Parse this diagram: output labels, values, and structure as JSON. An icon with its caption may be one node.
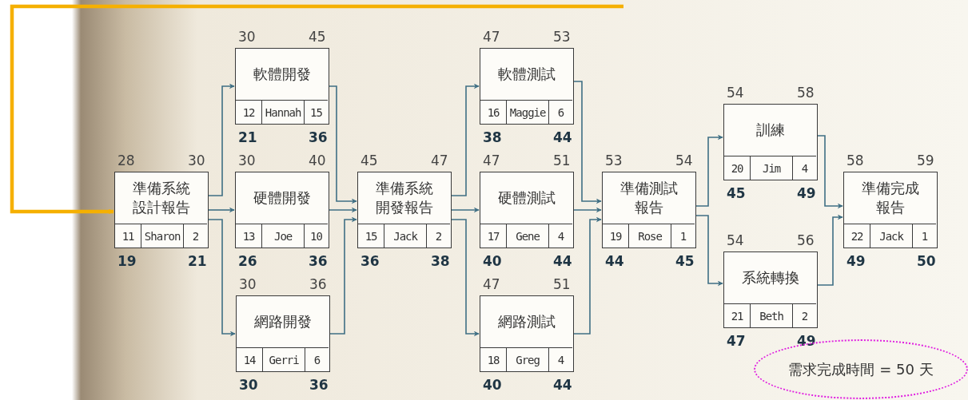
{
  "diagram": {
    "nodes": [
      {
        "text": [
          "準備系統設計報告",
          "11",
          "Sharon",
          "2"
        ],
        "beside": [
          "28",
          "30",
          "19",
          "21"
        ]
      },
      {
        "text": [
          "軟體開發",
          "12",
          "Hannah",
          "15"
        ],
        "beside": [
          "30",
          "45",
          "21",
          "36"
        ]
      },
      {
        "text": [
          "硬體開發",
          "13",
          "Joe",
          "10"
        ],
        "beside": [
          "30",
          "40",
          "26",
          "36"
        ]
      },
      {
        "text": [
          "網路開發",
          "14",
          "Gerri",
          "6"
        ],
        "beside": [
          "30",
          "36",
          "30",
          "36"
        ]
      },
      {
        "text": [
          "準備系統開發報告",
          "15",
          "Jack",
          "2"
        ],
        "beside": [
          "45",
          "47",
          "36",
          "38"
        ]
      },
      {
        "text": [
          "軟體測試",
          "16",
          "Maggie",
          "6"
        ],
        "beside": [
          "47",
          "53",
          "38",
          "44"
        ]
      },
      {
        "text": [
          "硬體測試",
          "17",
          "Gene",
          "4"
        ],
        "beside": [
          "47",
          "51",
          "40",
          "44"
        ]
      },
      {
        "text": [
          "網路測試",
          "18",
          "Greg",
          "4"
        ],
        "beside": [
          "47",
          "51",
          "40",
          "44"
        ]
      },
      {
        "text": [
          "準備測試報告",
          "19",
          "Rose",
          "1"
        ],
        "beside": [
          "53",
          "54",
          "44",
          "45"
        ]
      },
      {
        "text": [
          "訓練",
          "20",
          "Jim",
          "4"
        ],
        "beside": [
          "54",
          "58",
          "45",
          "49"
        ]
      },
      {
        "text": [
          "系統轉換",
          "21",
          "Beth",
          "2"
        ],
        "beside": [
          "54",
          "56",
          "47",
          "49"
        ]
      },
      {
        "text": [
          "準備完成報告",
          "22",
          "Jack",
          "1"
        ],
        "beside": [
          "58",
          "59",
          "49",
          "50"
        ]
      },
      {
        "text": [
          "需求完成時間 = 50 天"
        ]
      }
    ],
    "edges": [
      {
        "from": null,
        "to": 0,
        "arrow": "to",
        "style": "thick",
        "color": "#f5b000"
      },
      {
        "from": 0,
        "to": 1,
        "arrow": "to"
      },
      {
        "from": 0,
        "to": 2,
        "arrow": "to"
      },
      {
        "from": 0,
        "to": 3,
        "arrow": "to"
      },
      {
        "from": 1,
        "to": 4,
        "arrow": "to"
      },
      {
        "from": 2,
        "to": 4,
        "arrow": "to"
      },
      {
        "from": 3,
        "to": 4,
        "arrow": "to"
      },
      {
        "from": 4,
        "to": 5,
        "arrow": "to"
      },
      {
        "from": 4,
        "to": 6,
        "arrow": "to"
      },
      {
        "from": 4,
        "to": 7,
        "arrow": "to"
      },
      {
        "from": 5,
        "to": 8,
        "arrow": "to"
      },
      {
        "from": 6,
        "to": 8,
        "arrow": "to"
      },
      {
        "from": 7,
        "to": 8,
        "arrow": "to"
      },
      {
        "from": 8,
        "to": 9,
        "arrow": "to"
      },
      {
        "from": 8,
        "to": 10,
        "arrow": "to"
      },
      {
        "from": 9,
        "to": 11,
        "arrow": "to"
      },
      {
        "from": 10,
        "to": 11,
        "arrow": "to"
      }
    ]
  }
}
